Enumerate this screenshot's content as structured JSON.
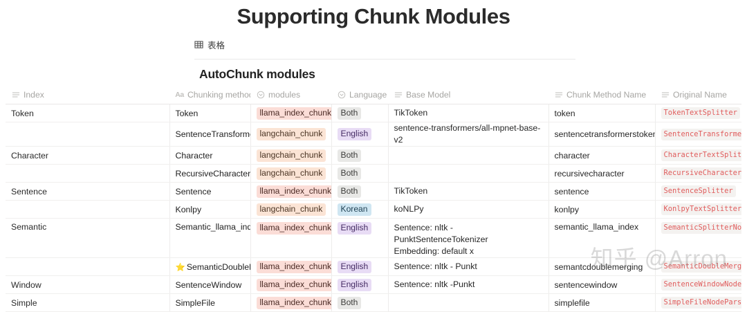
{
  "page": {
    "title": "Supporting Chunk Modules",
    "block_chip": {
      "icon": "table-icon",
      "label": "表格"
    },
    "section_heading": "AutoChunk modules",
    "watermark": "知乎 @Arron"
  },
  "table": {
    "columns": [
      {
        "label": "Index",
        "icon": "text-lines-icon"
      },
      {
        "label": "Chunking methods",
        "icon": "aa-text-icon"
      },
      {
        "label": "modules",
        "icon": "select-circle-icon"
      },
      {
        "label": "Language",
        "icon": "select-circle-icon"
      },
      {
        "label": "Base Model",
        "icon": "text-lines-icon"
      },
      {
        "label": "Chunk Method Name",
        "icon": "text-lines-icon"
      },
      {
        "label": "Original Name",
        "icon": "text-lines-icon"
      }
    ],
    "rows": [
      {
        "index": "Token",
        "method": "Token",
        "star": false,
        "module": "llama_index_chunk",
        "module_color": "salmon",
        "language": "Both",
        "language_color": "gray",
        "base_model": "TikToken",
        "base_model_line2": "",
        "chunk_method_name": "token",
        "original_name": "TokenTextSplitter"
      },
      {
        "index": "",
        "method": "SentenceTransformersToken",
        "star": false,
        "module": "langchain_chunk",
        "module_color": "orange",
        "language": "English",
        "language_color": "purple",
        "base_model": "sentence-transformers/all-mpnet-base-v2",
        "base_model_line2": "",
        "chunk_method_name": "sentencetransformerstoken",
        "original_name": "SentenceTransformersTokenTextSplitter"
      },
      {
        "index": "Character",
        "method": "Character",
        "star": false,
        "module": "langchain_chunk",
        "module_color": "orange",
        "language": "Both",
        "language_color": "gray",
        "base_model": "",
        "base_model_line2": "",
        "chunk_method_name": "character",
        "original_name": "CharacterTextSplitter"
      },
      {
        "index": "",
        "method": "RecursiveCharacter",
        "star": false,
        "module": "langchain_chunk",
        "module_color": "orange",
        "language": "Both",
        "language_color": "gray",
        "base_model": "",
        "base_model_line2": "",
        "chunk_method_name": "recursivecharacter",
        "original_name": "RecursiveCharacterTextSplitter"
      },
      {
        "index": "Sentence",
        "method": "Sentence",
        "star": false,
        "module": "llama_index_chunk",
        "module_color": "salmon",
        "language": "Both",
        "language_color": "gray",
        "base_model": "TikToken",
        "base_model_line2": "",
        "chunk_method_name": "sentence",
        "original_name": "SentenceSplitter"
      },
      {
        "index": "",
        "method": "Konlpy",
        "star": false,
        "module": "langchain_chunk",
        "module_color": "orange",
        "language": "Korean",
        "language_color": "blue",
        "base_model": "koNLPy",
        "base_model_line2": "",
        "chunk_method_name": "konlpy",
        "original_name": "KonlpyTextSplitter"
      },
      {
        "index": "Semantic",
        "method": "Semantic_llama_index",
        "star": false,
        "tall": true,
        "module": "llama_index_chunk",
        "module_color": "salmon",
        "language": "English",
        "language_color": "purple",
        "base_model": "Sentence: nltk -PunktSentenceTokenizer",
        "base_model_line2": "Embedding: default x",
        "chunk_method_name": "semantic_llama_index",
        "original_name": "SemanticSplitterNodeParser"
      },
      {
        "index": "",
        "method": "SemanticDoubleMerging",
        "star": true,
        "module": "llama_index_chunk",
        "module_color": "salmon",
        "language": "English",
        "language_color": "purple",
        "base_model": "Sentence: nltk - Punkt",
        "base_model_line2": "",
        "chunk_method_name": "semantcdoublemerging",
        "original_name": "SemanticDoubleMergingSplitterNodeParser"
      },
      {
        "index": "Window",
        "method": "SentenceWindow",
        "star": false,
        "module": "llama_index_chunk",
        "module_color": "salmon",
        "language": "English",
        "language_color": "purple",
        "base_model": "Sentence: nltk -Punkt",
        "base_model_line2": "",
        "chunk_method_name": "sentencewindow",
        "original_name": "SentenceWindowNodeParser"
      },
      {
        "index": "Simple",
        "method": "SimpleFile",
        "star": false,
        "module": "llama_index_chunk",
        "module_color": "salmon",
        "language": "Both",
        "language_color": "gray",
        "base_model": "",
        "base_model_line2": "",
        "chunk_method_name": "simplefile",
        "original_name": "SimpleFileNodeParser"
      }
    ]
  }
}
